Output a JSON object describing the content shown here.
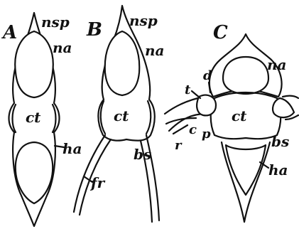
{
  "panels": {
    "A": {
      "letter": "A",
      "labels": {
        "nsp": "nsp",
        "na": "na",
        "ct": "ct",
        "ha": "ha"
      }
    },
    "B": {
      "letter": "B",
      "labels": {
        "nsp": "nsp",
        "na": "na",
        "ct": "ct",
        "bs": "bs",
        "fr": "fr"
      }
    },
    "C": {
      "letter": "C",
      "labels": {
        "na": "na",
        "t": "t",
        "d": "d",
        "ct": "ct",
        "c": "c",
        "p": "p",
        "r": "r",
        "bs": "bs",
        "ha": "ha"
      }
    }
  }
}
